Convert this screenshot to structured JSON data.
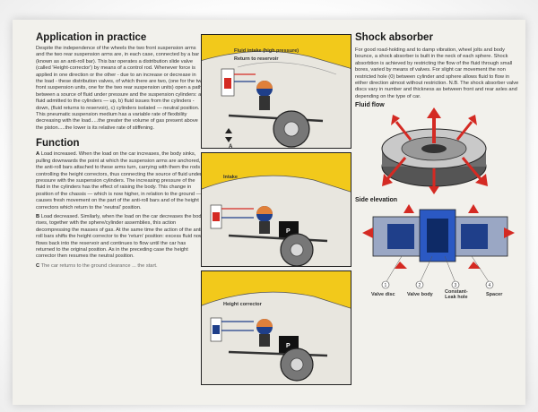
{
  "left": {
    "title": "Application in practice",
    "intro": "Despite the independence of the wheels the two front suspension arms and the two rear suspension arms are, in each case, connected by a bar (known as an anti-roll bar). This bar operates a distribution slide valve (called 'Height-corrector') by means of a control rod. Whenever force is applied in one direction or the other - due to an increase or decrease in the load - these distribution valves, of which there are two, (one for the two front suspension units, one for the two rear suspension units) open a path between a source of fluid under pressure and the suspension cylinders: a) fluid admitted to the cylinders — up, b) fluid issues from the cylinders - down, (fluid returns to reservoir), c) cylinders isolated — neutral position. This pneumatic suspension medium has a variable rate of flexibility decreasing with the load.....the greater the volume of gas present above the piston.....the lower is its relative rate of stiffening.",
    "function_title": "Function",
    "paragraphs": [
      {
        "letter": "A",
        "text": "Load increased. When the load on the car increases, the body sinks, pulling downwards the point at which the suspension arms are anchored, the anti-roll bars attached to these arms turn, carrying with them the rods controlling the height correctors, thus connecting the source of fluid under pressure with the suspension cylinders. The increasing pressure of the fluid in the cylinders has the effect of raising the body. This change in position of the chassis — which is now higher, in relation to the ground — causes fresh movement on the part of the anti-roll bars and of the height correctors which return to the 'neutral' position."
      },
      {
        "letter": "B",
        "text": "Load decreased. Similarly, when the load on the car decreases the body rises, together with the sphere/cylinder assemblies, this action decompressing the masses of gas. At the same time the action of the anti-roll bars shifts the height corrector to the 'return' position: excess fluid now flows back into the reservoir and continues to flow until the car has returned to the original position. As in the preceding case the height corrector then resumes the neutral position."
      },
      {
        "letter": "C",
        "text": "The car returns to the ground clearance ... the start."
      }
    ]
  },
  "center": {
    "panel1": {
      "label_top": "Fluid intake (high pressure)",
      "label_bottom": "Return to reservoir",
      "letter": "A"
    },
    "panel2": {
      "label_top": "Intake",
      "pressure_mark": "P"
    },
    "panel3": {
      "label_top": "Height corrector",
      "pressure_mark": "P"
    }
  },
  "right": {
    "title": "Shock absorber",
    "text": "For good road-holding and to damp vibration, wheel jolts and body bounce, a shock absorber is built in the neck of each sphere. Shock absorbtion is achieved by restricting the flow of the fluid through small bores, varied by means of valves. For slight car movement the non restricted hole (0) between cylinder and sphere allows fluid to flow in either direction almost without restriction. N.B. The shock absorber valve discs vary in number and thickness as between front and rear axles and depending on the type of car.",
    "fluid_flow": "Fluid flow",
    "side_elevation": "Side elevation",
    "parts": [
      {
        "num": "1",
        "label": "Valve disc"
      },
      {
        "num": "2",
        "label": "Valve body"
      },
      {
        "num": "3",
        "label": "Constant-\nLeak hole"
      },
      {
        "num": "4",
        "label": "Spacer"
      }
    ]
  },
  "colors": {
    "panel_yellow": "#f2c91b",
    "fluid_blue": "#1f3f8a",
    "arrow_red": "#d42a23",
    "sphere_orange": "#e0803a"
  }
}
